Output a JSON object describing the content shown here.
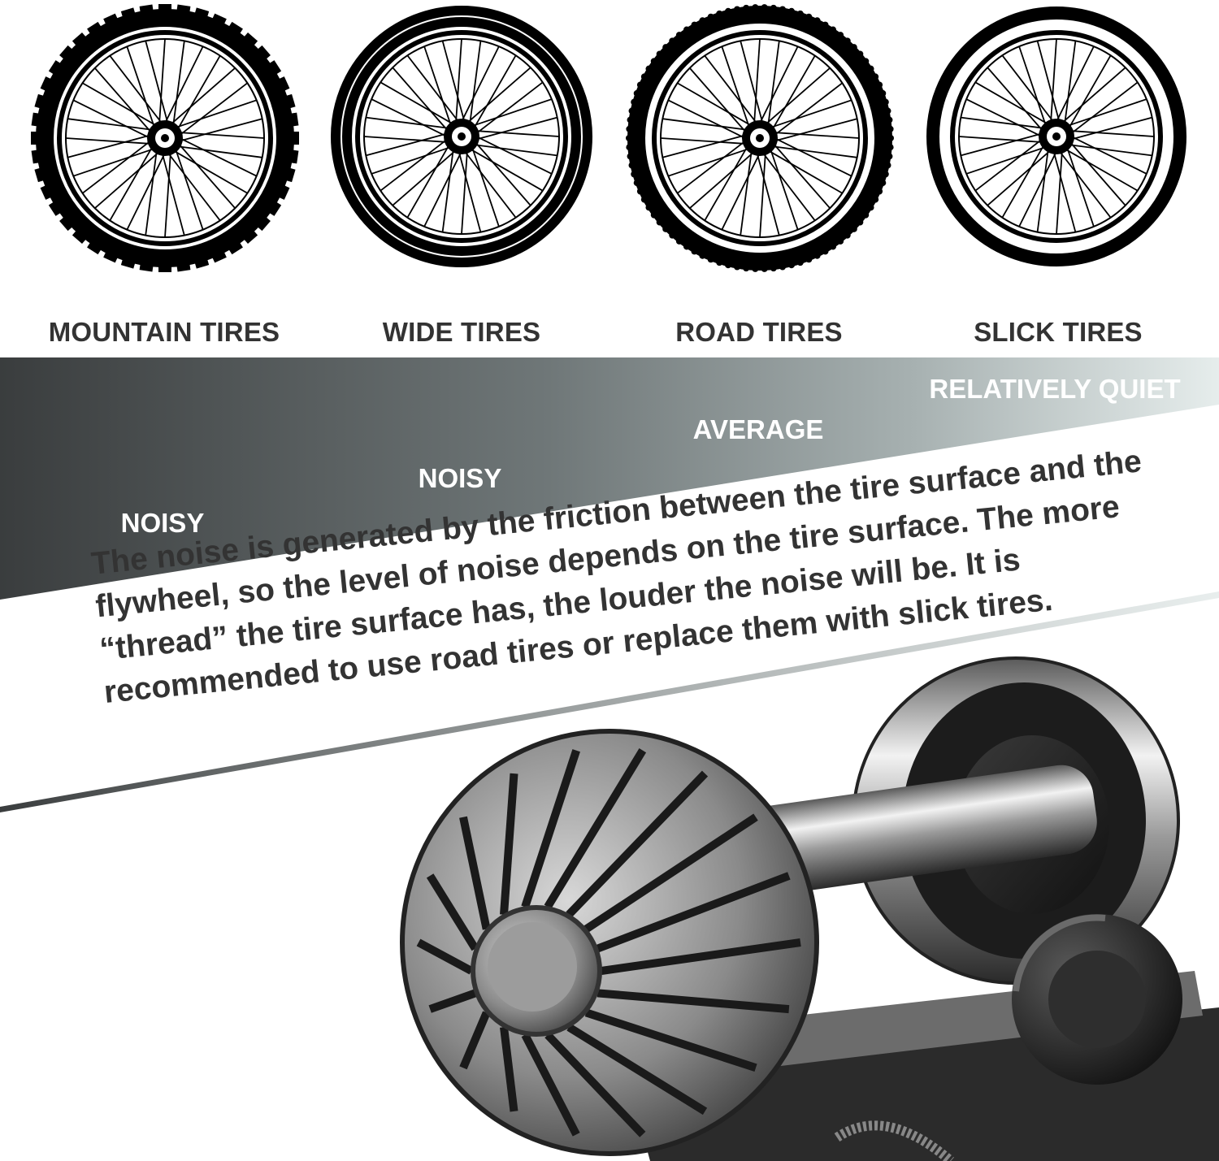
{
  "tires": [
    {
      "name": "MOUNTAIN TIRES",
      "noise": "NOISY",
      "tread": "knobby",
      "icon": "mountain-tire-icon"
    },
    {
      "name": "WIDE TIRES",
      "noise": "NOISY",
      "tread": "smooth-wide",
      "icon": "wide-tire-icon"
    },
    {
      "name": "ROAD TIRES",
      "noise": "AVERAGE",
      "tread": "fine",
      "icon": "road-tire-icon"
    },
    {
      "name": "SLICK TIRES",
      "noise": "RELATIVELY QUIET",
      "tread": "slick",
      "icon": "slick-tire-icon"
    }
  ],
  "description_lines": [
    "The noise is generated by the friction between the tire surface and the",
    "flywheel, so the level of noise depends on the tire surface. The more",
    "“thread” the tire surface has, the louder the  noise will be. It is",
    "recommended to use road tires or replace them with slick tires."
  ],
  "colors": {
    "band_dark": "#3a3d3e",
    "band_light": "#e6edec",
    "label_text": "#333333",
    "noise_text": "#ffffff"
  },
  "product_icon": "trainer-resistance-unit-icon"
}
